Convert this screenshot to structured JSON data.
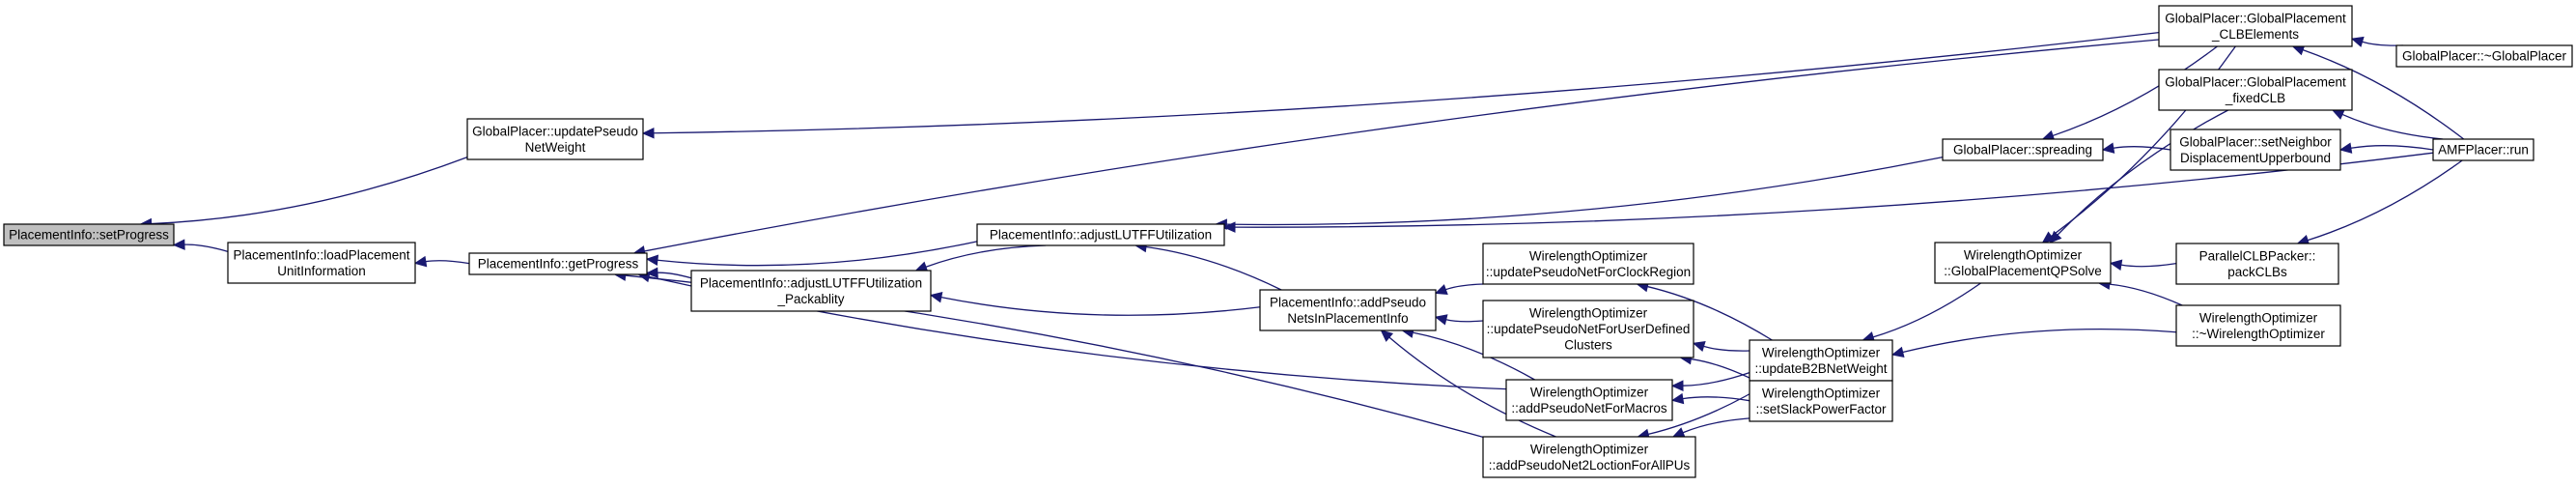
{
  "diagram": {
    "type": "call-graph",
    "node_fill": "#ffffff",
    "highlight_fill": "#bfbfbf",
    "edge_color": "#191970",
    "nodes": [
      {
        "id": "setProgress",
        "lines": [
          "PlacementInfo::setProgress"
        ],
        "highlight": true
      },
      {
        "id": "loadPU",
        "lines": [
          "PlacementInfo::loadPlacement",
          "UnitInformation"
        ]
      },
      {
        "id": "updatePseudoNetWeight",
        "lines": [
          "GlobalPlacer::updatePseudo",
          "NetWeight"
        ]
      },
      {
        "id": "getProgress",
        "lines": [
          "PlacementInfo::getProgress"
        ]
      },
      {
        "id": "adjustLUTFF",
        "lines": [
          "PlacementInfo::adjustLUTFFUtilization"
        ]
      },
      {
        "id": "adjustLUTFFPack",
        "lines": [
          "PlacementInfo::adjustLUTFFUtilization",
          "_Packablity"
        ]
      },
      {
        "id": "addPseudoNets",
        "lines": [
          "PlacementInfo::addPseudo",
          "NetsInPlacementInfo"
        ]
      },
      {
        "id": "wlClockRegion",
        "lines": [
          "WirelengthOptimizer",
          "::updatePseudoNetForClockRegion"
        ]
      },
      {
        "id": "wlUserClusters",
        "lines": [
          "WirelengthOptimizer",
          "::updatePseudoNetForUserDefined",
          "Clusters"
        ]
      },
      {
        "id": "wlMacros",
        "lines": [
          "WirelengthOptimizer",
          "::addPseudoNetForMacros"
        ]
      },
      {
        "id": "wlAllPUs",
        "lines": [
          "WirelengthOptimizer",
          "::addPseudoNet2LoctionForAllPUs"
        ]
      },
      {
        "id": "wlB2B",
        "lines": [
          "WirelengthOptimizer",
          "::updateB2BNetWeight"
        ]
      },
      {
        "id": "wlSlack",
        "lines": [
          "WirelengthOptimizer",
          "::setSlackPowerFactor"
        ]
      },
      {
        "id": "gpSpreading",
        "lines": [
          "GlobalPlacer::spreading"
        ]
      },
      {
        "id": "wlQPSolve",
        "lines": [
          "WirelengthOptimizer",
          "::GlobalPlacementQPSolve"
        ]
      },
      {
        "id": "gpCLB",
        "lines": [
          "GlobalPlacer::GlobalPlacement",
          "_CLBElements"
        ]
      },
      {
        "id": "gpFixedCLB",
        "lines": [
          "GlobalPlacer::GlobalPlacement",
          "_fixedCLB"
        ]
      },
      {
        "id": "gpNeighbor",
        "lines": [
          "GlobalPlacer::setNeighbor",
          "DisplacementUpperbound"
        ]
      },
      {
        "id": "gpDtor",
        "lines": [
          "GlobalPlacer::~GlobalPlacer"
        ]
      },
      {
        "id": "amfRun",
        "lines": [
          "AMFPlacer::run"
        ]
      },
      {
        "id": "packCLBs",
        "lines": [
          "ParallelCLBPacker::",
          "packCLBs"
        ]
      },
      {
        "id": "wlDtor",
        "lines": [
          "WirelengthOptimizer",
          "::~WirelengthOptimizer"
        ]
      }
    ],
    "edges": [
      {
        "from": "loadPU",
        "to": "setProgress"
      },
      {
        "from": "updatePseudoNetWeight",
        "to": "setProgress"
      },
      {
        "from": "getProgress",
        "to": "loadPU"
      },
      {
        "from": "gpCLB",
        "to": "updatePseudoNetWeight"
      },
      {
        "from": "gpCLB",
        "to": "getProgress"
      },
      {
        "from": "adjustLUTFF",
        "to": "getProgress"
      },
      {
        "from": "adjustLUTFFPack",
        "to": "getProgress"
      },
      {
        "from": "wlMacros",
        "to": "getProgress"
      },
      {
        "from": "wlAllPUs",
        "to": "getProgress"
      },
      {
        "from": "gpSpreading",
        "to": "adjustLUTFF"
      },
      {
        "from": "addPseudoNets",
        "to": "adjustLUTFF"
      },
      {
        "from": "amfRun",
        "to": "adjustLUTFF"
      },
      {
        "from": "adjustLUTFF",
        "to": "adjustLUTFFPack"
      },
      {
        "from": "addPseudoNets",
        "to": "adjustLUTFFPack"
      },
      {
        "from": "wlClockRegion",
        "to": "addPseudoNets"
      },
      {
        "from": "wlUserClusters",
        "to": "addPseudoNets"
      },
      {
        "from": "wlMacros",
        "to": "addPseudoNets"
      },
      {
        "from": "wlAllPUs",
        "to": "addPseudoNets"
      },
      {
        "from": "wlB2B",
        "to": "wlClockRegion"
      },
      {
        "from": "wlB2B",
        "to": "wlUserClusters"
      },
      {
        "from": "wlSlack",
        "to": "wlUserClusters"
      },
      {
        "from": "wlB2B",
        "to": "wlMacros"
      },
      {
        "from": "wlSlack",
        "to": "wlMacros"
      },
      {
        "from": "wlB2B",
        "to": "wlAllPUs"
      },
      {
        "from": "wlSlack",
        "to": "wlAllPUs"
      },
      {
        "from": "wlQPSolve",
        "to": "wlB2B"
      },
      {
        "from": "wlDtor",
        "to": "wlB2B"
      },
      {
        "from": "gpCLB",
        "to": "gpSpreading"
      },
      {
        "from": "gpNeighbor",
        "to": "gpSpreading"
      },
      {
        "from": "gpCLB",
        "to": "wlQPSolve"
      },
      {
        "from": "gpFixedCLB",
        "to": "wlQPSolve"
      },
      {
        "from": "packCLBs",
        "to": "wlQPSolve"
      },
      {
        "from": "wlDtor",
        "to": "wlQPSolve"
      },
      {
        "from": "gpDtor",
        "to": "gpCLB"
      },
      {
        "from": "amfRun",
        "to": "gpCLB"
      },
      {
        "from": "amfRun",
        "to": "gpFixedCLB"
      },
      {
        "from": "amfRun",
        "to": "gpNeighbor"
      },
      {
        "from": "amfRun",
        "to": "packCLBs"
      }
    ]
  }
}
